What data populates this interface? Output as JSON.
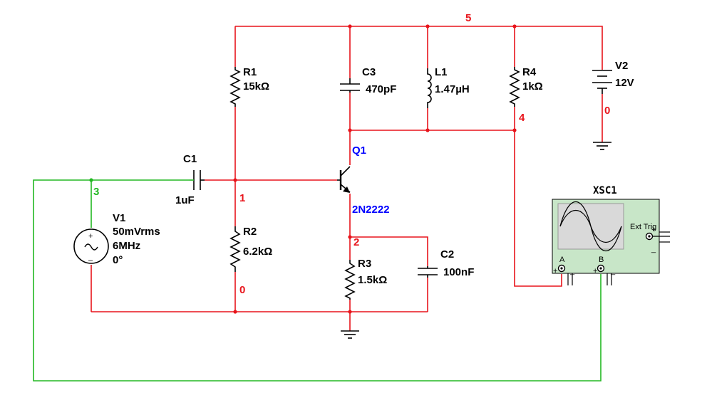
{
  "colors": {
    "wire_main": "#e8141b",
    "wire_green": "#22b822",
    "component": "#000000",
    "transistor_label": "#0000ff",
    "net_red": "#e8141b",
    "net_green": "#22b822",
    "scope_body": "#c8e6c8",
    "scope_screen": "#d9d9d9"
  },
  "components": {
    "r1": {
      "name": "R1",
      "value": "15kΩ"
    },
    "r2": {
      "name": "R2",
      "value": "6.2kΩ"
    },
    "r3": {
      "name": "R3",
      "value": "1.5kΩ"
    },
    "r4": {
      "name": "R4",
      "value": "1kΩ"
    },
    "c1": {
      "name": "C1",
      "value": "1uF"
    },
    "c2": {
      "name": "C2",
      "value": "100nF"
    },
    "c3": {
      "name": "C3",
      "value": "470pF"
    },
    "l1": {
      "name": "L1",
      "value": "1.47µH"
    },
    "q1": {
      "name": "Q1",
      "model": "2N2222"
    },
    "v1": {
      "name": "V1",
      "amplitude": "50mVrms",
      "frequency": "6MHz",
      "phase": "0°"
    },
    "v2": {
      "name": "V2",
      "value": "12V"
    }
  },
  "nets": {
    "n0_v2": "0",
    "n0_bottom": "0",
    "n1": "1",
    "n2": "2",
    "n3": "3",
    "n4": "4",
    "n5": "5"
  },
  "scope": {
    "name": "XSC1",
    "ext_trig": "Ext Trig",
    "channel_a": "A",
    "channel_b": "B",
    "plus": "+",
    "minus": "_"
  }
}
